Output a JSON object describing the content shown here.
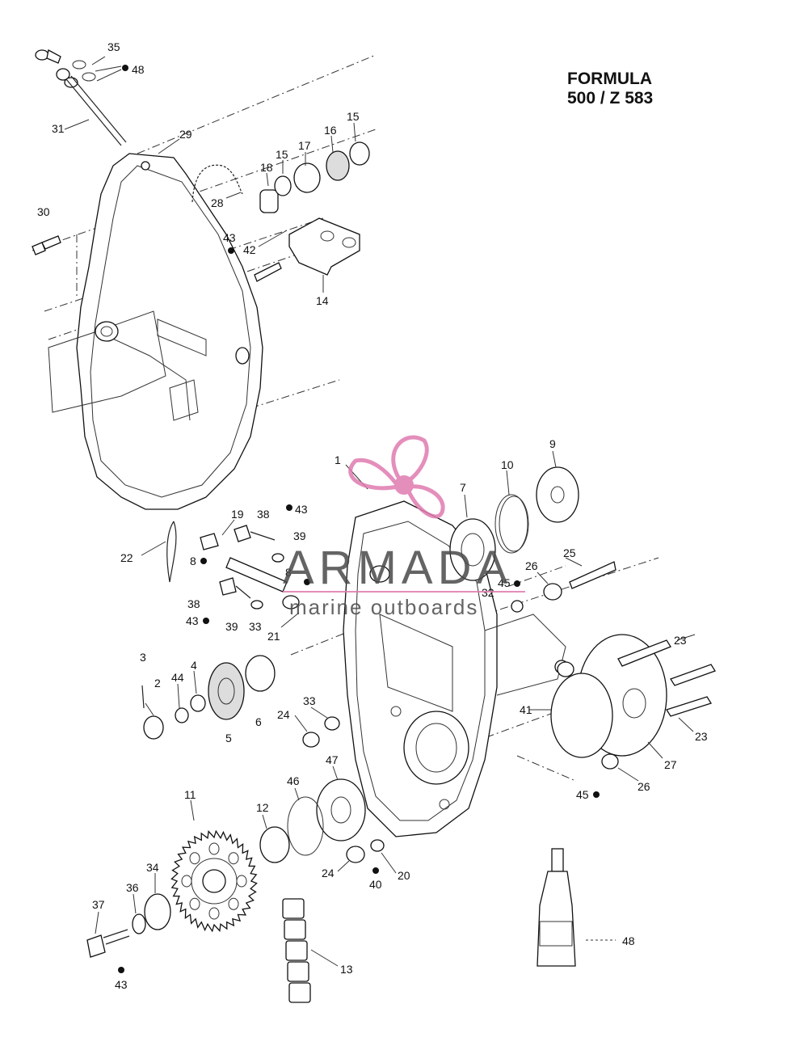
{
  "title": {
    "line1": "FORMULA",
    "line2": "500 / Z 583"
  },
  "watermark": {
    "brand": "ARMADA",
    "tagline": "marine outboards",
    "logo": "propeller-logo",
    "accent": "#e07bb0"
  },
  "colors": {
    "ink": "#111111",
    "background": "#ffffff"
  },
  "callouts": [
    "35",
    "48",
    "31",
    "29",
    "30",
    "28",
    "18",
    "15",
    "17",
    "16",
    "15",
    "43",
    "42",
    "14",
    "22",
    "19",
    "38",
    "43",
    "39",
    "8",
    "8",
    "38",
    "43",
    "39",
    "33",
    "21",
    "1",
    "7",
    "10",
    "9",
    "26",
    "25",
    "45",
    "32",
    "23",
    "23",
    "41",
    "27",
    "45",
    "26",
    "3",
    "2",
    "44",
    "4",
    "6",
    "5",
    "33",
    "24",
    "47",
    "46",
    "11",
    "12",
    "24",
    "20",
    "40",
    "34",
    "36",
    "37",
    "43",
    "13",
    "48"
  ]
}
